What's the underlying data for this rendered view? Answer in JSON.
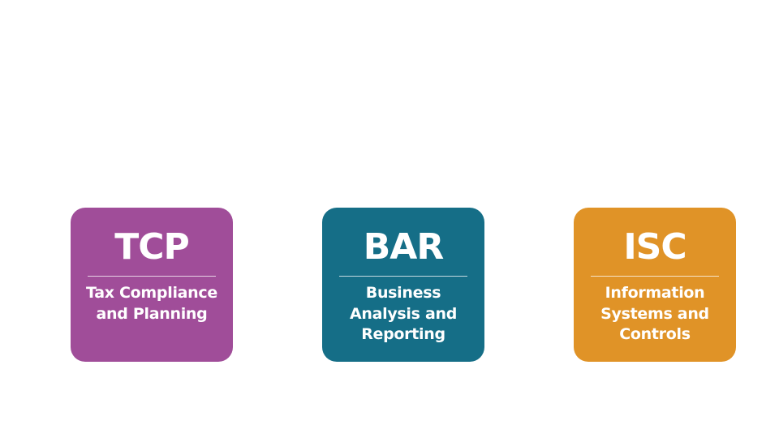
{
  "cards": [
    {
      "abbr": "TCP",
      "line1": "Tax Compliance",
      "line2": "and Planning",
      "line3": "",
      "color": "#a04d99"
    },
    {
      "abbr": "BAR",
      "line1": "Business",
      "line2": "Analysis and",
      "line3": "Reporting",
      "color": "#156e87"
    },
    {
      "abbr": "ISC",
      "line1": "Information",
      "line2": "Systems and",
      "line3": "Controls",
      "color": "#e09327"
    }
  ]
}
